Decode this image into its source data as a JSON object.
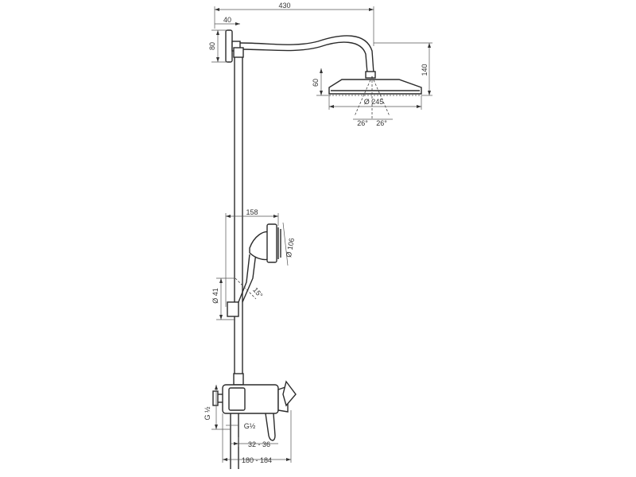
{
  "dimensions": {
    "arm_length": "430",
    "wall_offset": "40",
    "flange_height": "80",
    "head_drop": "140",
    "head_height": "60",
    "head_diameter": "Ø 245",
    "tilt_left": "26°",
    "tilt_right": "26°",
    "hand_reach": "158",
    "hand_diameter": "Ø 106",
    "hose_diameter": "Ø 41",
    "hand_tilt": "15°",
    "inlet_thread": "G ½",
    "outlet_thread": "G½",
    "inlet_spacing": "32 - 36",
    "mixer_depth": "180 - 184"
  }
}
